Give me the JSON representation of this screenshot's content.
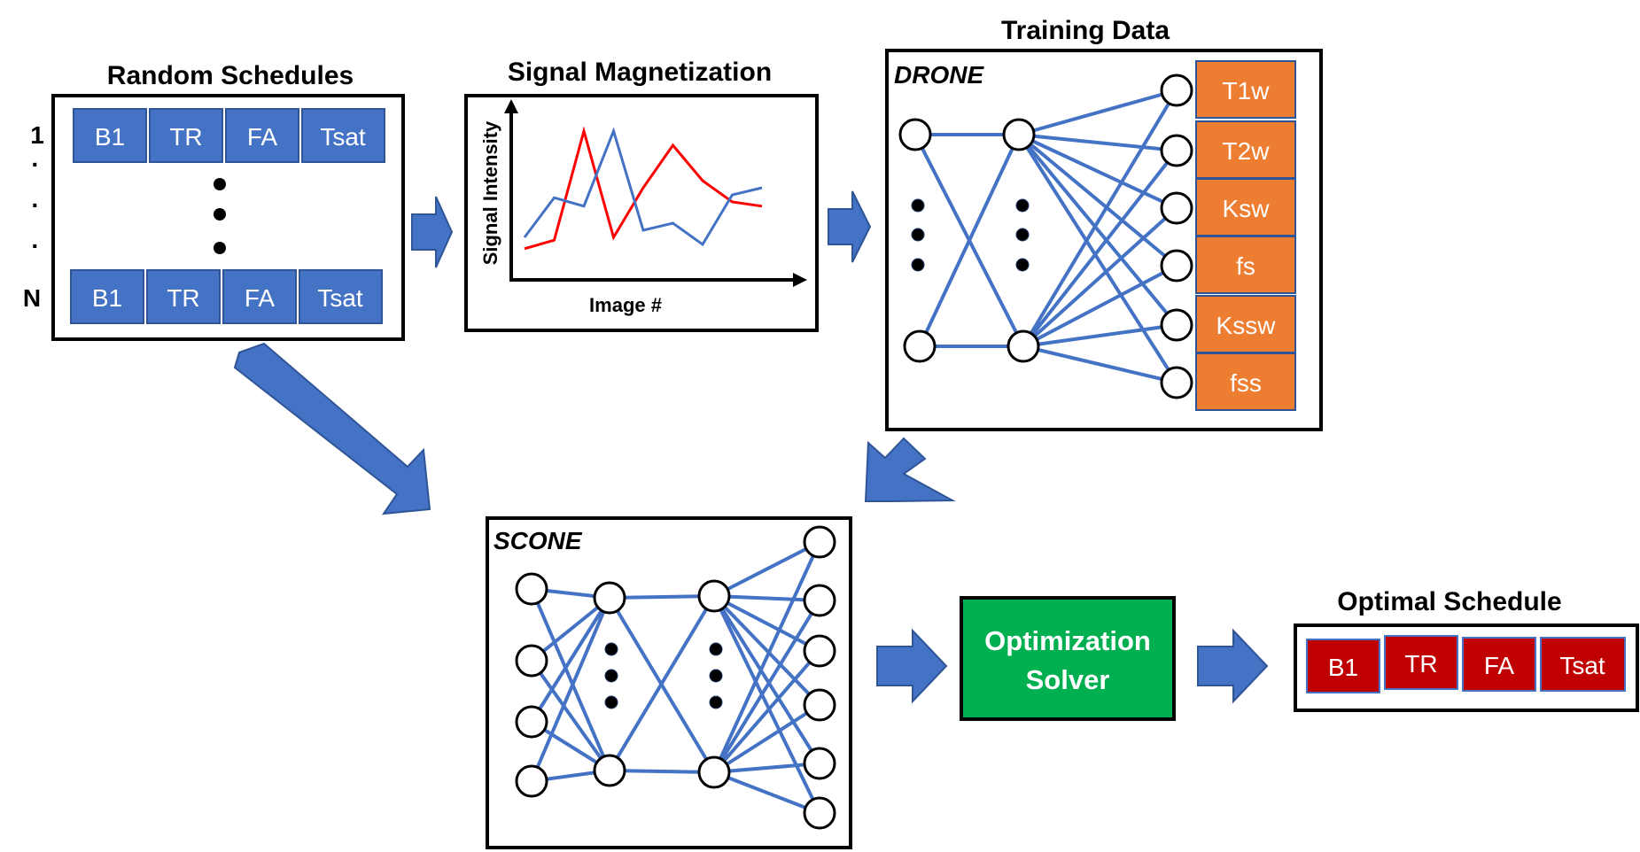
{
  "colors": {
    "blue": "#4472C4",
    "blue_dark": "#2F5597",
    "orange": "#ED7D31",
    "red": "#C00000",
    "green": "#00B050",
    "signal_red": "#FF0000",
    "black": "#000000"
  },
  "random_schedules": {
    "title": "Random Schedules",
    "row_first_label": "1",
    "row_dot": "·",
    "row_last_label": "N",
    "params": [
      "B1",
      "TR",
      "FA",
      "Tsat"
    ]
  },
  "signal_plot": {
    "title": "Signal Magnetization",
    "ylabel": "Signal Intensity",
    "xlabel": "Image #",
    "series": [
      {
        "color_key": "signal_red",
        "values": [
          0.12,
          0.18,
          0.95,
          0.2,
          0.55,
          0.85,
          0.6,
          0.45,
          0.42
        ]
      },
      {
        "color_key": "blue",
        "values": [
          0.2,
          0.48,
          0.42,
          0.95,
          0.25,
          0.3,
          0.15,
          0.5,
          0.55
        ]
      }
    ]
  },
  "drone": {
    "title": "Training Data",
    "label": "DRONE",
    "outputs": [
      "T1w",
      "T2w",
      "Ksw",
      "fs",
      "Kssw",
      "fss"
    ]
  },
  "scone": {
    "label": "SCONE"
  },
  "solver": {
    "line1": "Optimization",
    "line2": "Solver"
  },
  "optimal": {
    "title": "Optimal Schedule",
    "params": [
      "B1",
      "TR",
      "FA",
      "Tsat"
    ]
  }
}
